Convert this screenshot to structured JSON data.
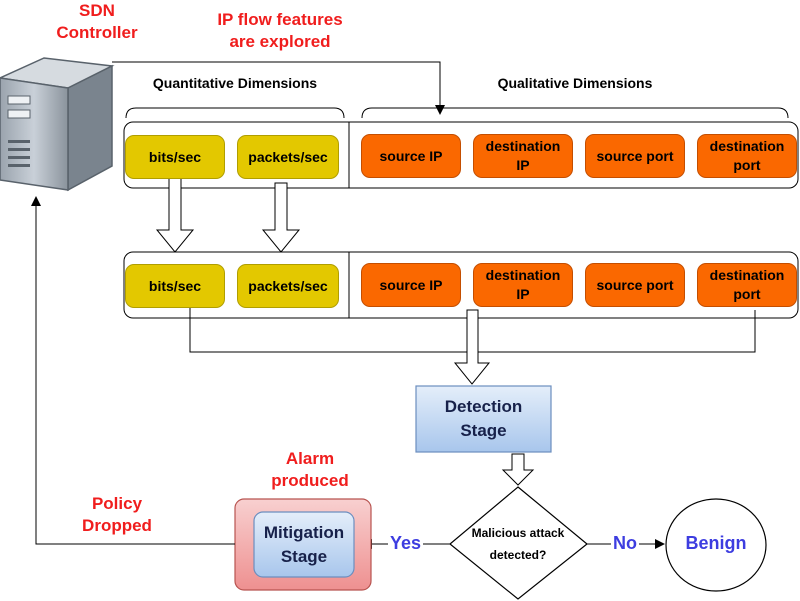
{
  "controller": {
    "label": "SDN\nController",
    "icon": "server-icon"
  },
  "annotations": {
    "explored": "IP flow features\nare explored",
    "alarm": "Alarm\nproduced",
    "policy": "Policy\nDropped"
  },
  "dimensions": {
    "quantitative": "Quantitative Dimensions",
    "qualitative": "Qualitative Dimensions"
  },
  "rows": [
    {
      "quantitative": [
        "bits/sec",
        "packets/sec"
      ],
      "qualitative": [
        "source IP",
        "destination\nIP",
        "source port",
        "destination\nport"
      ]
    },
    {
      "quantitative": [
        "bits/sec",
        "packets/sec"
      ],
      "qualitative": [
        "source IP",
        "destination\nIP",
        "source port",
        "destination\nport"
      ]
    }
  ],
  "stages": {
    "detection": "Detection\nStage",
    "mitigation": "Mitigation\nStage"
  },
  "decision": {
    "question": "Malicious attack\ndetected?",
    "yes": "Yes",
    "no": "No",
    "benign": "Benign"
  },
  "colors": {
    "red_text": "#f01d1d",
    "blue_text": "#3d3de0",
    "quantitative_fill": "#e3c800",
    "qualitative_fill": "#fa6800",
    "detection_fill": "#cfe0f5",
    "mitigation_outer": "#f4b6b6",
    "mitigation_inner": "#cfe0f5"
  }
}
